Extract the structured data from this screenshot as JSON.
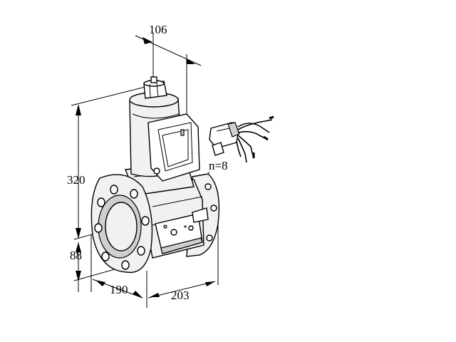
{
  "dimensions": {
    "top_width": "106",
    "height_total": "320",
    "height_lower": "88",
    "depth_left": "190",
    "depth_right": "203"
  },
  "annotations": {
    "bolt_count": "n=8"
  }
}
